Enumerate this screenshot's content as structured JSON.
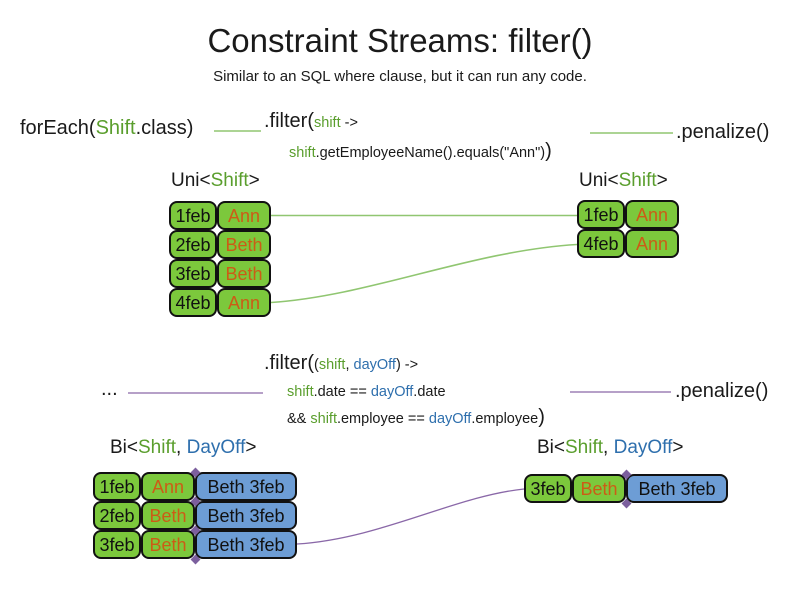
{
  "title": "Constraint Streams: filter()",
  "subtitle": "Similar to an SQL where clause, but it can run any code.",
  "colors": {
    "ink": "#1a1a1a",
    "green_box": "#7cc83c",
    "green_text": "#5a9e2d",
    "blue_box": "#6d9dd5",
    "blue_text": "#2e6fad",
    "orange_text": "#cc5c16",
    "line_green": "#90c671",
    "line_purple": "#8a68a8",
    "diamond_purple": "#7c5f9e",
    "box_border": "#111111"
  },
  "code1": {
    "foreach": [
      {
        "t": "forEach(",
        "c": "k",
        "s": "b"
      },
      {
        "t": "Shift",
        "c": "g",
        "s": "b"
      },
      {
        "t": ".class)",
        "c": "k",
        "s": "b"
      }
    ],
    "filter_line1": [
      {
        "t": ".filter(",
        "c": "k",
        "s": "b"
      },
      {
        "t": "shift",
        "c": "g",
        "s": "s"
      },
      {
        "t": " ->",
        "c": "k",
        "s": "s"
      }
    ],
    "filter_line2": [
      {
        "t": "shift",
        "c": "g",
        "s": "s"
      },
      {
        "t": ".getEmployeeName().equals(\"Ann\")",
        "c": "k",
        "s": "s"
      },
      {
        "t": ")",
        "c": "k",
        "s": "b"
      }
    ],
    "penalize_label": ".penalize()"
  },
  "code2": {
    "ellipsis": "...",
    "filter_line1": [
      {
        "t": ".filter(",
        "c": "k",
        "s": "b"
      },
      {
        "t": "(",
        "c": "k",
        "s": "s"
      },
      {
        "t": "shift",
        "c": "g",
        "s": "s"
      },
      {
        "t": ", ",
        "c": "k",
        "s": "s"
      },
      {
        "t": "dayOff",
        "c": "u",
        "s": "s"
      },
      {
        "t": ") ->",
        "c": "k",
        "s": "s"
      }
    ],
    "filter_line2": [
      {
        "t": "shift",
        "c": "g",
        "s": "s"
      },
      {
        "t": ".date == ",
        "c": "k",
        "s": "s"
      },
      {
        "t": "dayOff",
        "c": "u",
        "s": "s"
      },
      {
        "t": ".date",
        "c": "k",
        "s": "s"
      }
    ],
    "filter_line3": [
      {
        "t": "&& ",
        "c": "k",
        "s": "s"
      },
      {
        "t": "shift",
        "c": "g",
        "s": "s"
      },
      {
        "t": ".employee == ",
        "c": "k",
        "s": "s"
      },
      {
        "t": "dayOff",
        "c": "u",
        "s": "s"
      },
      {
        "t": ".employee",
        "c": "k",
        "s": "s"
      },
      {
        "t": ")",
        "c": "k",
        "s": "b"
      }
    ],
    "penalize_label": ".penalize()"
  },
  "labels": {
    "uni": [
      {
        "t": "Uni<",
        "c": "k"
      },
      {
        "t": "Shift",
        "c": "g"
      },
      {
        "t": ">",
        "c": "k"
      }
    ],
    "bi": [
      {
        "t": "Bi<",
        "c": "k"
      },
      {
        "t": "Shift",
        "c": "g"
      },
      {
        "t": ", ",
        "c": "k"
      },
      {
        "t": "DayOff",
        "c": "u"
      },
      {
        "t": ">",
        "c": "k"
      }
    ]
  },
  "tables": {
    "uni_left_rows": [
      {
        "date": "1feb",
        "name": "Ann"
      },
      {
        "date": "2feb",
        "name": "Beth"
      },
      {
        "date": "3feb",
        "name": "Beth"
      },
      {
        "date": "4feb",
        "name": "Ann"
      }
    ],
    "uni_right_rows": [
      {
        "date": "1feb",
        "name": "Ann"
      },
      {
        "date": "4feb",
        "name": "Ann"
      }
    ],
    "bi_left_rows": [
      {
        "date": "1feb",
        "name": "Ann",
        "dayoff": "Beth 3feb"
      },
      {
        "date": "2feb",
        "name": "Beth",
        "dayoff": "Beth 3feb"
      },
      {
        "date": "3feb",
        "name": "Beth",
        "dayoff": "Beth 3feb"
      }
    ],
    "bi_right_rows": [
      {
        "date": "3feb",
        "name": "Beth",
        "dayoff": "Beth 3feb"
      }
    ]
  }
}
